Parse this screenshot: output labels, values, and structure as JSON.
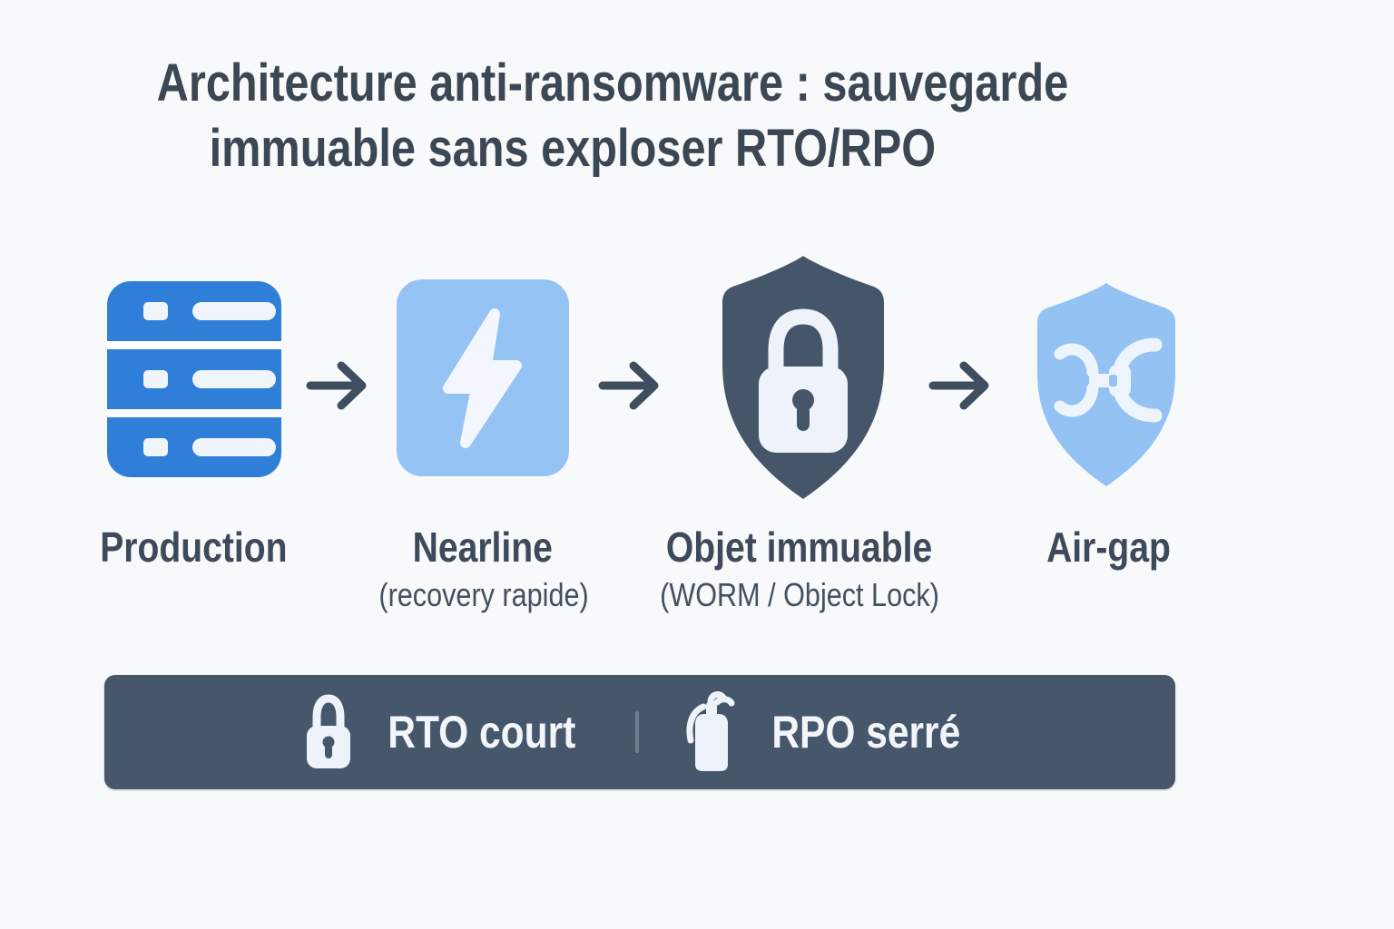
{
  "title": {
    "line1": "Architecture anti-ransomware : sauvegarde",
    "line2": "immuable sans exploser RTO/RPO"
  },
  "flow": {
    "steps": [
      {
        "id": "production",
        "label": "Production",
        "sublabel": "",
        "icon": "server-icon"
      },
      {
        "id": "nearline",
        "label": "Nearline",
        "sublabel": "(recovery rapide)",
        "icon": "lightning-icon"
      },
      {
        "id": "objet-immuable",
        "label": "Objet immuable",
        "sublabel": "(WORM / Object Lock)",
        "icon": "shield-lock-icon"
      },
      {
        "id": "air-gap",
        "label": "Air-gap",
        "sublabel": "",
        "icon": "shield-disconnect-icon"
      }
    ],
    "arrow_icon": "arrow-right-icon"
  },
  "banner": {
    "items": [
      {
        "icon": "lock-icon",
        "label": "RTO court"
      },
      {
        "icon": "fire-extinguisher-icon",
        "label": "RPO serré"
      }
    ]
  },
  "colors": {
    "background": "#f8f9fb",
    "title_text": "#3c4754",
    "label_text": "#3e4a59",
    "production_blue": "#2f7fd9",
    "light_blue": "#95c4f4",
    "slate_dark": "#46566a",
    "arrow": "#3f4e5e",
    "banner_bg": "#47576b",
    "banner_text": "#f2f6fb",
    "icon_white": "#f0f5fc"
  }
}
